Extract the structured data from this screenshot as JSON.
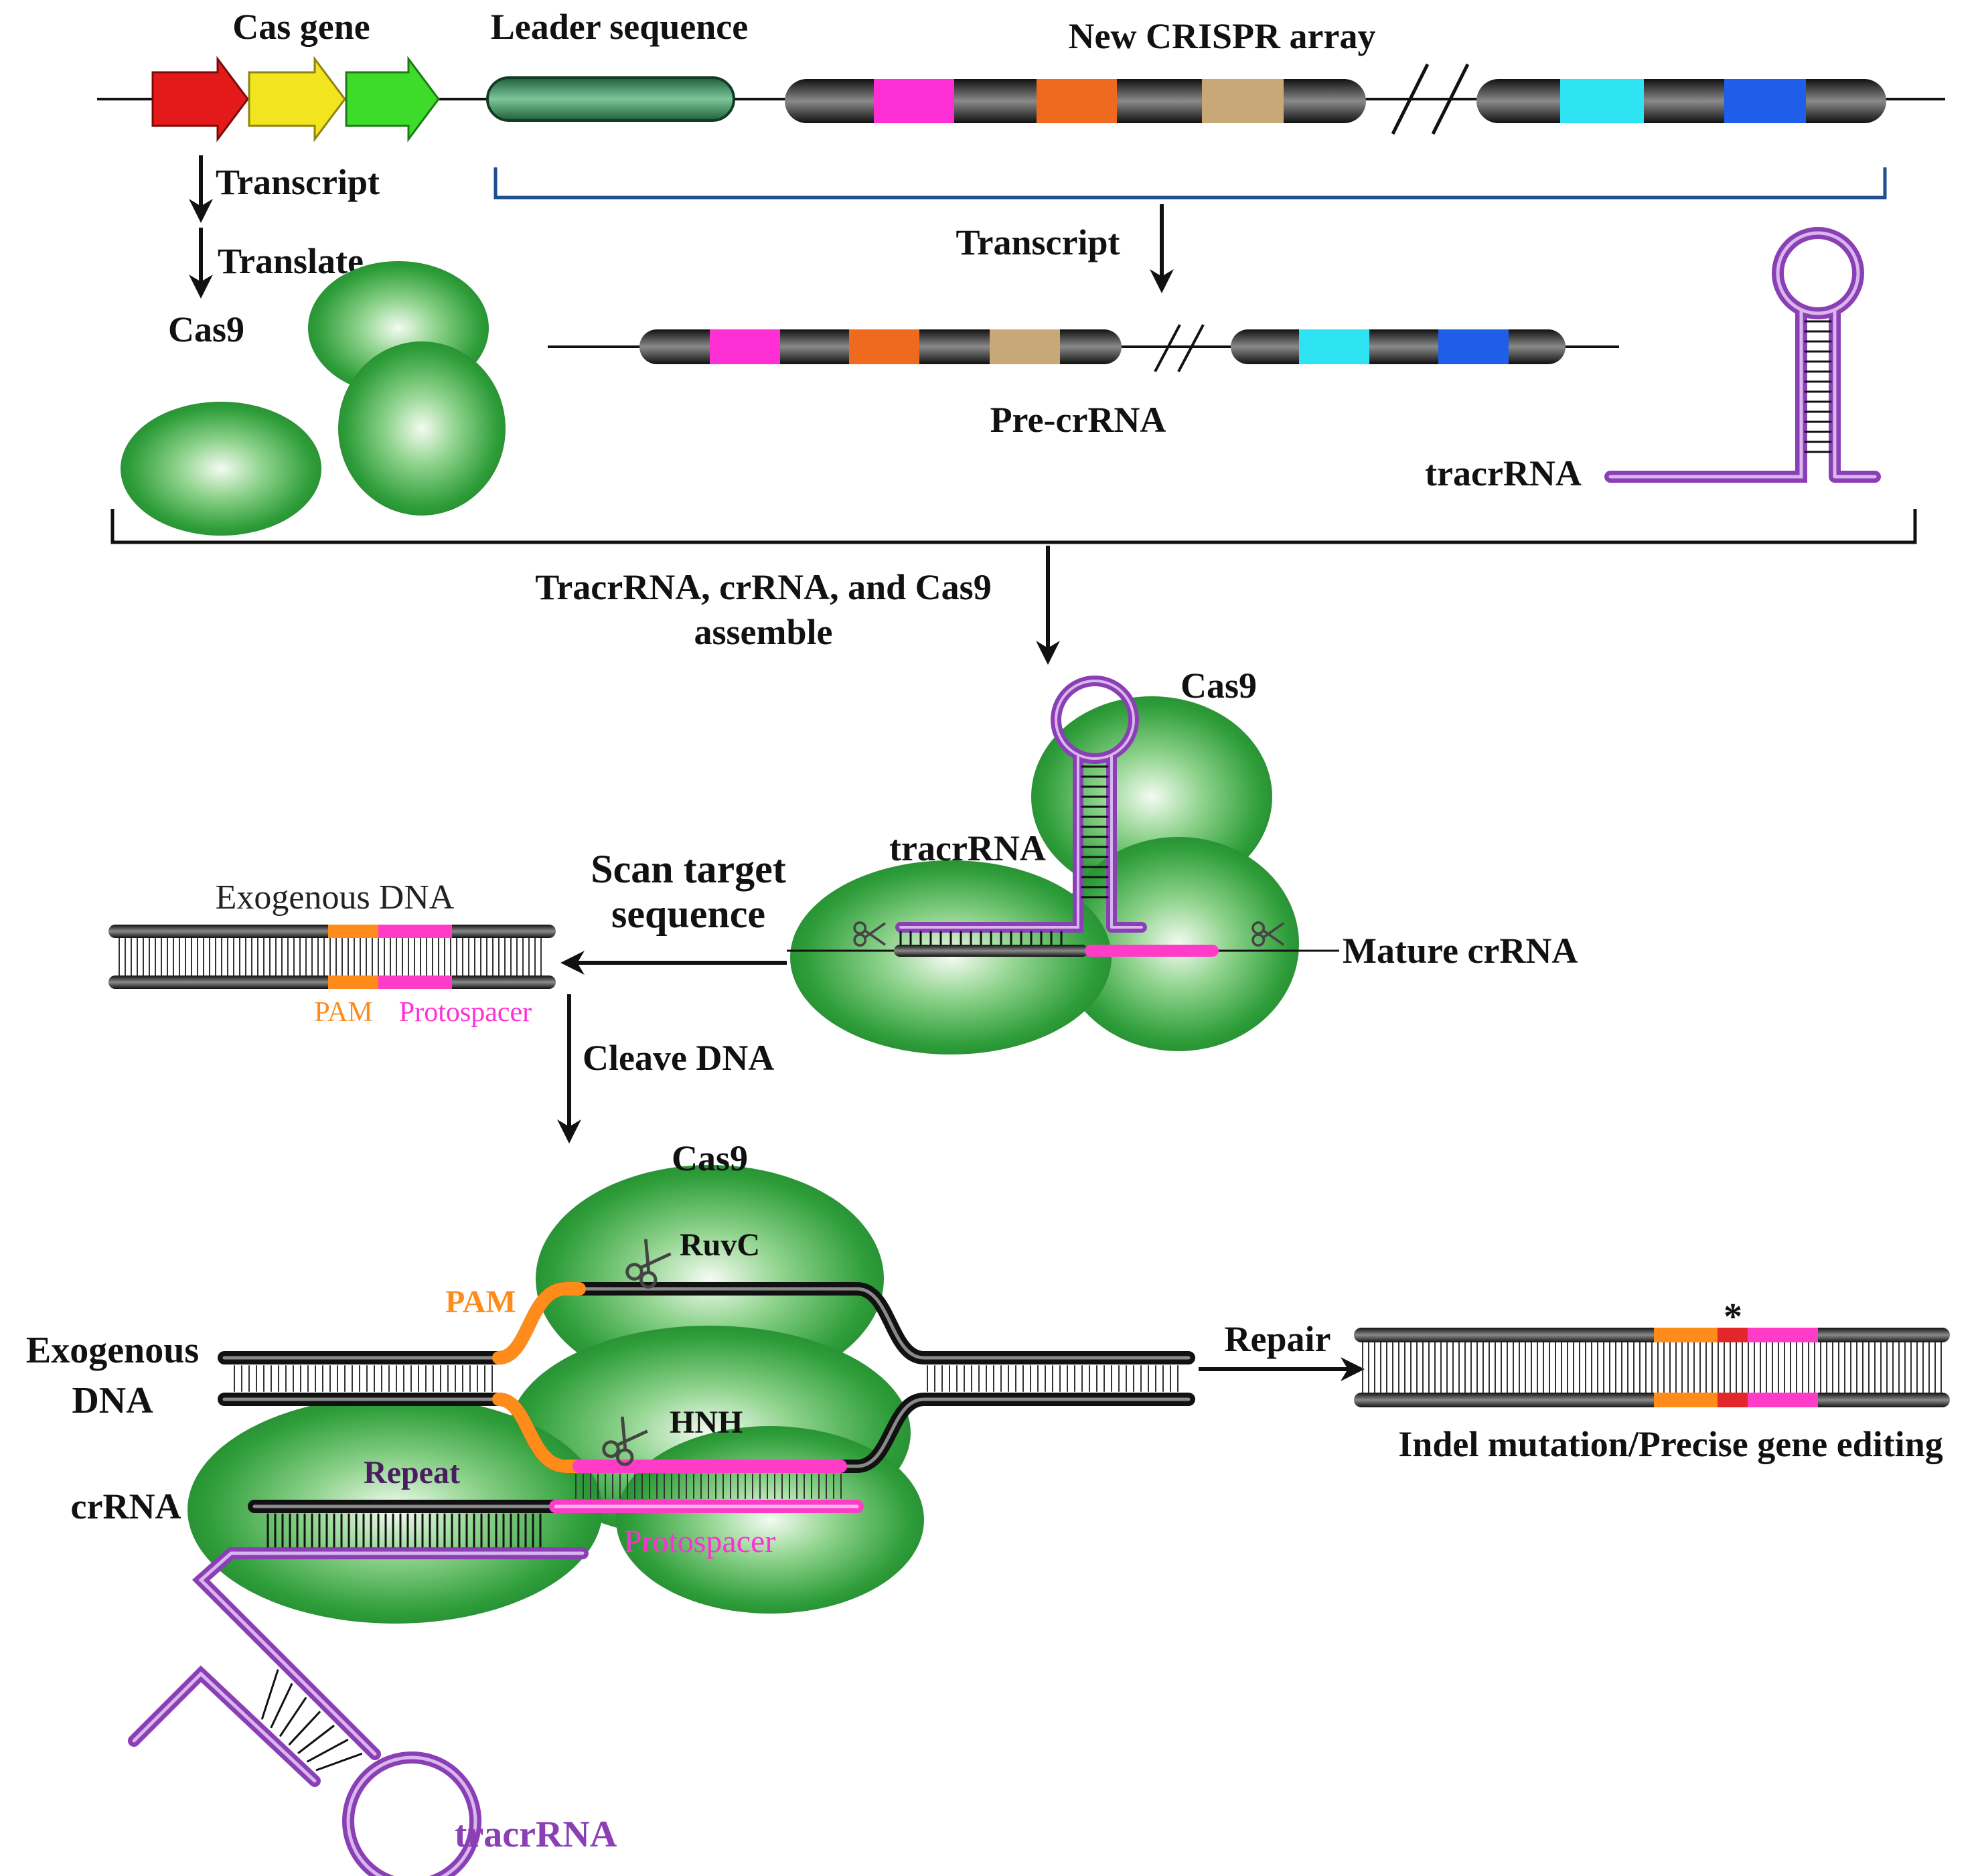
{
  "labels": {
    "cas_gene": "Cas gene",
    "leader_sequence": "Leader sequence",
    "new_crispr_array": "New CRISPR array",
    "transcript_left": "Transcript",
    "translate": "Translate",
    "transcript_center": "Transcript",
    "cas9_top": "Cas9",
    "pre_crrna": "Pre-crRNA",
    "tracrrna_top": "tracrRNA",
    "assemble_line1": "TracrRNA, crRNA, and Cas9",
    "assemble_line2": "assemble",
    "cas9_mid": "Cas9",
    "tracrrna_mid": "tracrRNA",
    "scan_line1": "Scan target",
    "scan_line2": "sequence",
    "exogenous_dna_top": "Exogenous DNA",
    "pam_small": "PAM",
    "protospacer_small": "Protospacer",
    "mature_crrna": "Mature crRNA",
    "cleave_dna": "Cleave DNA",
    "cas9_bottom": "Cas9",
    "ruvc": "RuvC",
    "pam_bottom": "PAM",
    "exogenous_line1": "Exogenous",
    "exogenous_line2": "DNA",
    "hnh": "HNH",
    "repeat": "Repeat",
    "crrna": "crRNA",
    "protospacer_bottom": "Protospacer",
    "repair": "Repair",
    "asterisk": "*",
    "result": "Indel mutation/Precise gene editing",
    "tracrrna_bottom": "tracrRNA"
  },
  "colors": {
    "cas_arrow_1": "#e41a1a",
    "cas_arrow_2": "#f2e41e",
    "cas_arrow_3": "#3ddc2a",
    "leader": "#2e7d4f",
    "spacer_magenta": "#ff2fd6",
    "spacer_orange": "#ef6a1e",
    "spacer_tan": "#c9a878",
    "spacer_cyan": "#2fe4f2",
    "spacer_blue": "#1f5ee8",
    "pam": "#ff8c1a",
    "protospacer": "#ff3cc8",
    "tracrrna": "#8a3fb5",
    "repeat_text": "#4a1d63",
    "cas9": "#2aa13a",
    "mutation": "#e3262a"
  },
  "icons": [
    "scissors-icon",
    "arrow-down-icon",
    "arrow-right-icon"
  ]
}
